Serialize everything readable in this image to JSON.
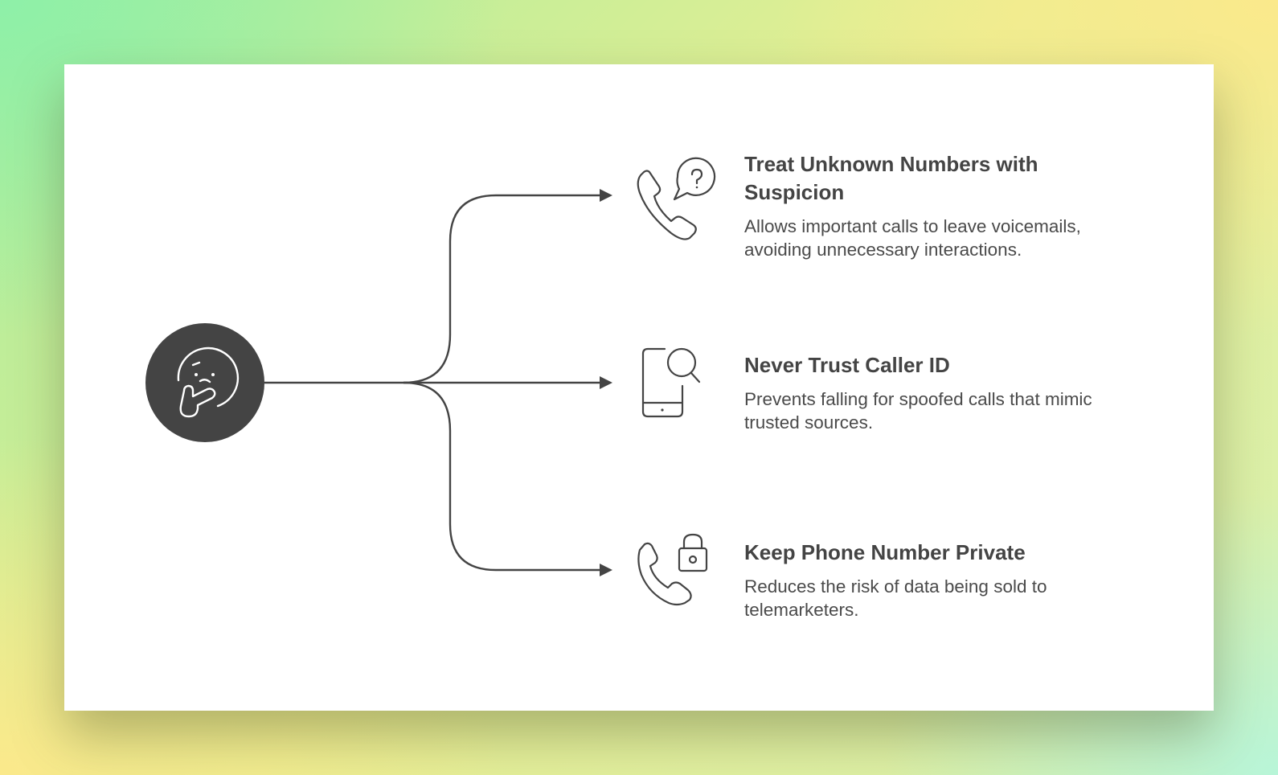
{
  "center": {
    "icon": "thinking-face-icon",
    "circle_color": "#444444"
  },
  "colors": {
    "line": "#444444",
    "title": "#444444",
    "text": "#4a4a4a"
  },
  "branches": [
    {
      "icon": "phone-question-icon",
      "title": "Treat Unknown Numbers with Suspicion",
      "description": "Allows important calls to leave voicemails, avoiding unnecessary interactions."
    },
    {
      "icon": "phone-search-icon",
      "title": "Never Trust Caller ID",
      "description": "Prevents falling for spoofed calls that mimic trusted sources."
    },
    {
      "icon": "phone-lock-icon",
      "title": "Keep Phone Number Private",
      "description": "Reduces the risk of data being sold to telemarketers."
    }
  ]
}
